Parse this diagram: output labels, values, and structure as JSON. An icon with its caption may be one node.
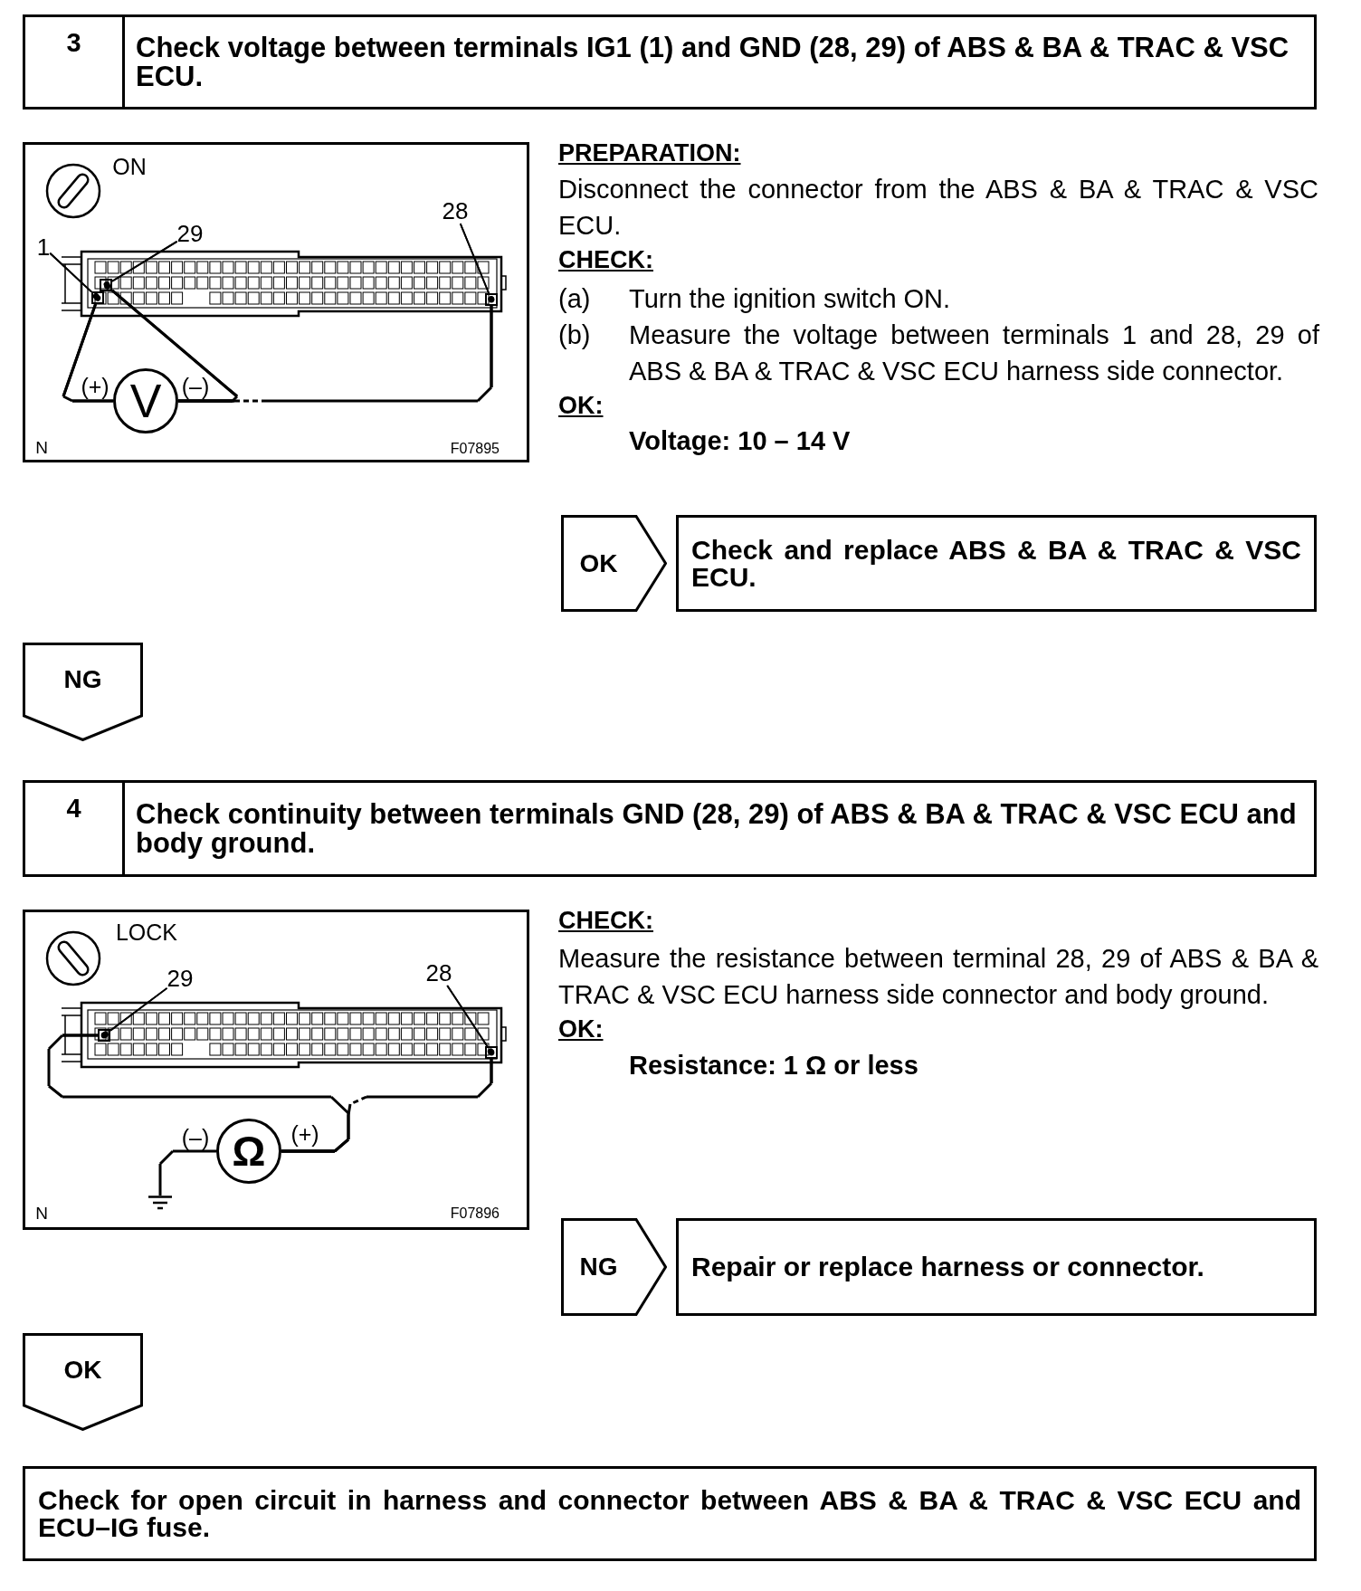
{
  "diagram": {
    "nodes": [
      {
        "text": [
          "3",
          "Check voltage between terminals IG1 (1) and GND (28, 29) of ABS & BA & TRAC & VSC ECU."
        ]
      },
      {
        "text": [
          "1"
        ]
      },
      {
        "text": [
          "29"
        ]
      },
      {
        "text": [
          "28"
        ]
      },
      {
        "text": [
          "OK"
        ]
      },
      {
        "text": [
          "Check and replace ABS & BA & TRAC & VSC ECU."
        ]
      },
      {
        "text": [
          "NG"
        ]
      },
      {
        "text": [
          "4",
          "Check continuity between terminals GND (28, 29) of ABS & BA & TRAC & VSC ECU and body ground."
        ]
      },
      {
        "text": [
          "29"
        ]
      },
      {
        "text": [
          "28"
        ]
      },
      {
        "text": [
          "NG"
        ]
      },
      {
        "text": [
          "Repair or replace harness or connector."
        ]
      },
      {
        "text": [
          "OK"
        ]
      },
      {
        "text": [
          "Check for open circuit in harness and connector between ABS & BA & TRAC & VSC ECU and ECU–IG fuse."
        ]
      },
      {
        "text": [],
        "shape": "box"
      },
      {
        "text": [],
        "shape": "box"
      },
      {
        "text": [],
        "shape": "box"
      },
      {
        "text": [],
        "shape": "box"
      },
      {
        "text": [],
        "shape": "box"
      },
      {
        "text": [
          "V"
        ]
      },
      {
        "text": [
          "Ω"
        ]
      },
      {
        "text": [],
        "shape": "ground"
      }
    ],
    "edges": [
      {
        "from": 1,
        "to": 14,
        "arrow": "other"
      },
      {
        "from": 2,
        "to": 15,
        "arrow": "other"
      },
      {
        "from": 3,
        "to": 16,
        "arrow": "other"
      },
      {
        "from": 8,
        "to": 17,
        "arrow": "other"
      },
      {
        "from": 9,
        "to": 18,
        "arrow": "other"
      },
      {
        "from": 14,
        "to": 19,
        "arrow": "other"
      },
      {
        "from": 19,
        "to": 15,
        "arrow": "other"
      },
      {
        "from": 19,
        "to": 16,
        "arrow": "other"
      },
      {
        "from": 17,
        "to": 20,
        "arrow": "other"
      },
      {
        "from": 18,
        "to": 20,
        "arrow": "other"
      },
      {
        "from": 20,
        "to": 21,
        "arrow": "none"
      }
    ],
    "labels": [
      "ON",
      "PREPARATION:",
      "Disconnect the connector from the ABS & BA & TRAC & VSC ECU.",
      "CHECK:",
      "(a)",
      "Turn the ignition switch ON.",
      "(b)",
      "Measure the voltage between terminals 1 and 28, 29 of ABS & BA & TRAC & VSC ECU harness side connector.",
      "(+)",
      "(–)",
      "OK:",
      "Voltage: 10 – 14 V",
      "N",
      "F07895",
      "LOCK",
      "CHECK:",
      "Measure the resistance between terminal 28, 29 of ABS & BA & TRAC & VSC ECU harness side connector and body ground.",
      "OK:",
      "Resistance: 1 Ω or less",
      "(–)",
      "(+)",
      "N",
      "F07896"
    ]
  }
}
